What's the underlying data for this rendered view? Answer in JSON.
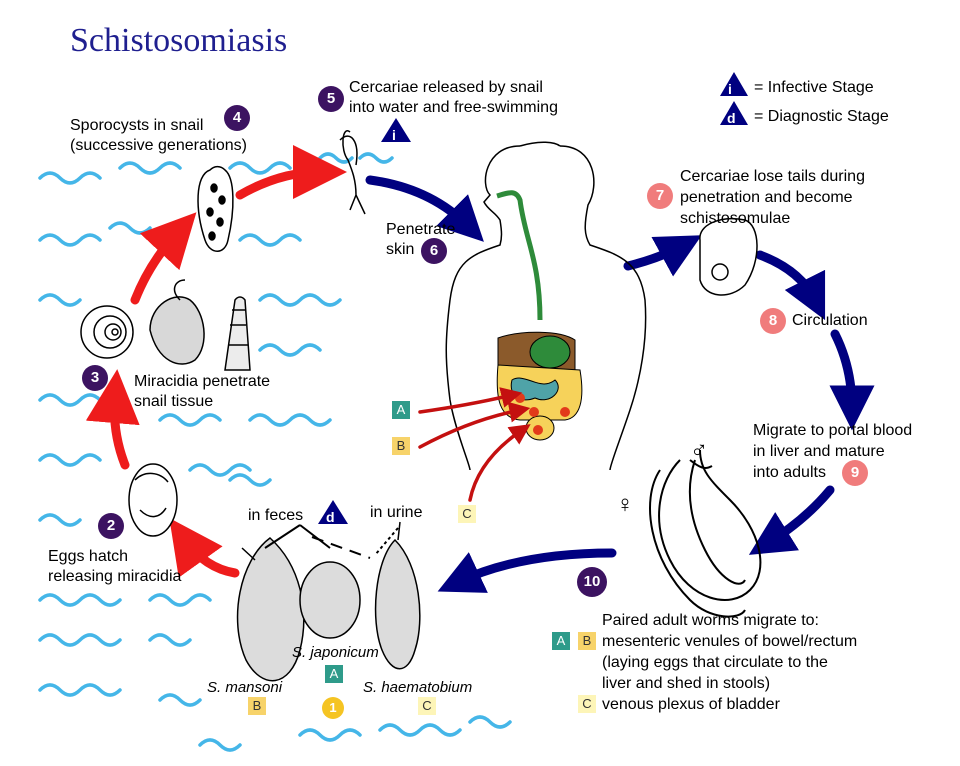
{
  "title": "Schistosomiasis",
  "legend": {
    "infective": {
      "letter": "i",
      "label": "= Infective Stage"
    },
    "diagnostic": {
      "letter": "d",
      "label": "= Diagnostic Stage"
    }
  },
  "steps": {
    "s1": {
      "num": "1"
    },
    "s2": {
      "num": "2",
      "line1": "Eggs hatch",
      "line2": "releasing miracidia"
    },
    "s3": {
      "num": "3",
      "line1": "Miracidia penetrate",
      "line2": "snail tissue"
    },
    "s4": {
      "num": "4",
      "line1": "Sporocysts in snail",
      "line2": "(successive generations)"
    },
    "s5": {
      "num": "5",
      "line1": "Cercariae released by snail",
      "line2": "into water and free-swimming"
    },
    "s6": {
      "num": "6",
      "line1": "Penetrate",
      "line2": "skin"
    },
    "s7": {
      "num": "7",
      "line1": "Cercariae lose tails during",
      "line2": "penetration and become",
      "line3": "schistosomulae"
    },
    "s8": {
      "num": "8",
      "line1": "Circulation"
    },
    "s9": {
      "num": "9",
      "line1": "Migrate to portal blood",
      "line2": "in liver and mature",
      "line3": "into adults"
    },
    "s10": {
      "num": "10",
      "line1": "Paired adult worms migrate to:",
      "line2": "mesenteric venules of bowel/rectum",
      "line3": "(laying eggs that circulate to the",
      "line4": "liver and shed in stools)",
      "line5": "venous plexus of bladder"
    }
  },
  "eggs": {
    "in_feces": "in feces",
    "in_urine": "in urine",
    "mansoni": "S. mansoni",
    "japonicum": "S. japonicum",
    "haematobium": "S. haematobium"
  },
  "site_labels": {
    "A": "A",
    "B": "B",
    "C": "C"
  },
  "sex_symbols": {
    "male": "♂",
    "female": "♀"
  },
  "colors": {
    "title": "#1f1f8f",
    "blue_arrow": "#000080",
    "red_arrow": "#ee1c1c",
    "dark_num": "#3c1361",
    "pink_num": "#f07c7c",
    "teal": "#2e9b8a",
    "yellow": "#f7d36a",
    "water": "#45b6e8",
    "gut_green": "#2e8b3a"
  }
}
